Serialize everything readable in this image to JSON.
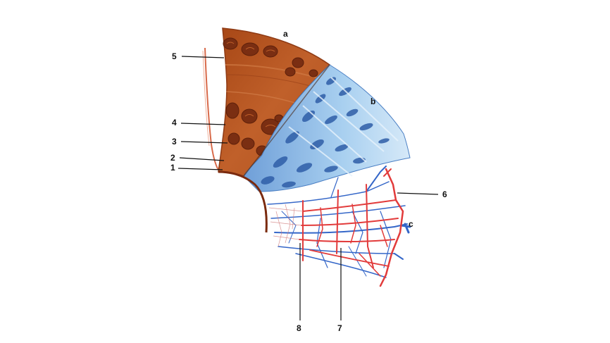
{
  "labels": {
    "section_a": "a",
    "section_b": "b",
    "section_c": "c",
    "n1": "1",
    "n2": "2",
    "n3": "3",
    "n4": "4",
    "n5": "5",
    "n6": "6",
    "n7": "7",
    "n8": "8"
  },
  "colors": {
    "background": "#ffffff",
    "layer_a": "#b8541f",
    "layer_a_dark": "#8e3a14",
    "cell_spots": "#7a2e12",
    "layer_b": "#9ec8ec",
    "layer_b_cells": "#2f5ea8",
    "artery": "#e23b3b",
    "vein": "#3466c8",
    "leader_line": "#111111"
  }
}
